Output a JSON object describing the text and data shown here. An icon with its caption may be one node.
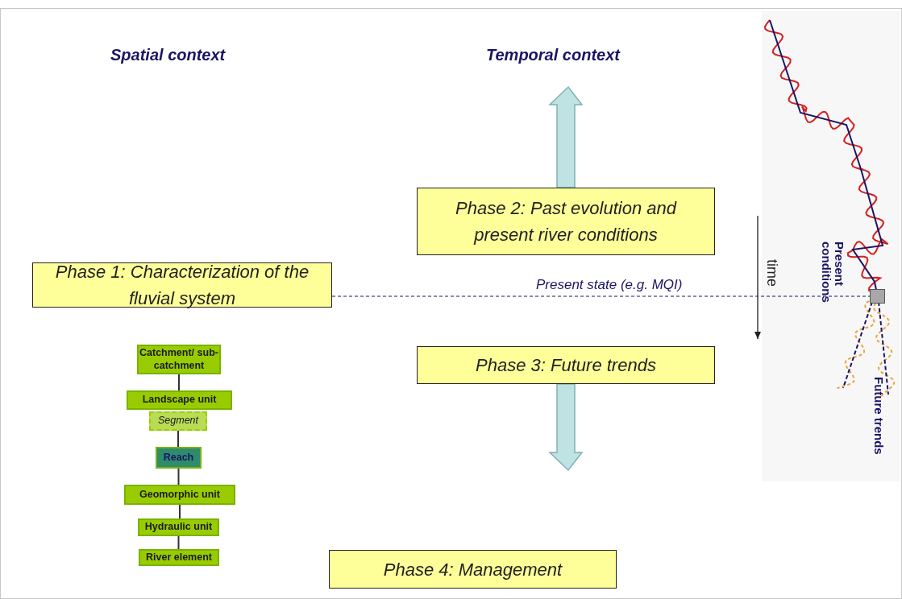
{
  "diagram": {
    "nodes": [
      {
        "text": [
          "Phase 1: Characterization of the fluvial system"
        ]
      },
      {
        "text": [
          "Phase 2: Past evolution and present river conditions"
        ]
      },
      {
        "text": [
          "Phase 3: Future trends"
        ]
      },
      {
        "text": [
          "Phase 4: Management"
        ]
      },
      {
        "text": [
          "Catchment/ sub-catchment"
        ]
      },
      {
        "text": [
          "Landscape unit"
        ]
      },
      {
        "text": [
          "Segment"
        ]
      },
      {
        "text": [
          "Reach"
        ]
      },
      {
        "text": [
          "Geomorphic unit"
        ]
      },
      {
        "text": [
          "Hydraulic unit"
        ]
      },
      {
        "text": [
          "River element"
        ]
      },
      {
        "text": [],
        "shape": "box"
      }
    ],
    "edges": [
      {
        "from": 4,
        "to": 5,
        "arrow": "none"
      },
      {
        "from": 6,
        "to": 7,
        "arrow": "none"
      },
      {
        "from": 7,
        "to": 8,
        "arrow": "none"
      },
      {
        "from": 8,
        "to": 9,
        "arrow": "none"
      },
      {
        "from": 9,
        "to": 10,
        "arrow": "none"
      },
      {
        "from": 0,
        "to": 11,
        "arrow": "none",
        "label": "Present state (e.g. MQI)",
        "style": "dashed"
      },
      {
        "from": 1,
        "to": null,
        "arrow": "to",
        "style": "thick"
      },
      {
        "from": 2,
        "to": null,
        "arrow": "to",
        "style": "thick"
      }
    ],
    "labels": [
      "Spatial context",
      "Temporal context",
      "time",
      "Present conditions",
      "Future trends"
    ]
  }
}
